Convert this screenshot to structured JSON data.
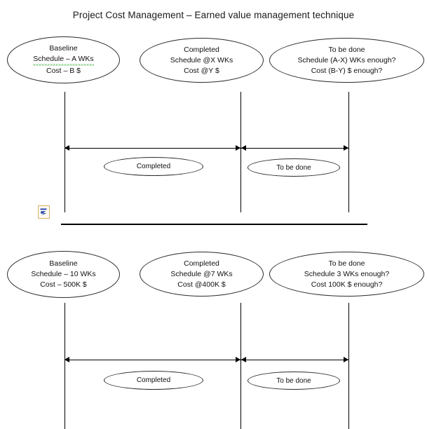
{
  "title": "Project Cost Management – Earned value management technique",
  "colors": {
    "shape_stroke": "#2b2b2b",
    "line": "#000000",
    "text": "#111111",
    "spellcheck_underline": "#19a319",
    "placeholder_border": "#d8b06a",
    "placeholder_glyph": "#1f3fa8"
  },
  "sections": [
    {
      "id": "generic",
      "ellipses": [
        {
          "name": "baseline",
          "lines": [
            "Baseline",
            "Schedule – A WKs",
            "Cost – B $"
          ],
          "spellcheck_line_index": 1
        },
        {
          "name": "completed",
          "lines": [
            "Completed",
            "Schedule @X WKs",
            "Cost @Y $"
          ]
        },
        {
          "name": "to-be-done",
          "lines": [
            "To be done",
            "Schedule (A-X) WKs enough?",
            "Cost (B-Y) $ enough?"
          ]
        }
      ],
      "span_labels": [
        {
          "name": "completed-span",
          "label": "Completed"
        },
        {
          "name": "to-be-done-span",
          "label": "To be done"
        }
      ]
    },
    {
      "id": "example",
      "ellipses": [
        {
          "name": "baseline",
          "lines": [
            "Baseline",
            "Schedule – 10 WKs",
            "Cost – 500K $"
          ]
        },
        {
          "name": "completed",
          "lines": [
            "Completed",
            "Schedule @7 WKs",
            "Cost @400K $"
          ]
        },
        {
          "name": "to-be-done",
          "lines": [
            "To be done",
            "Schedule 3 WKs enough?",
            "Cost 100K $ enough?"
          ]
        }
      ],
      "span_labels": [
        {
          "name": "completed-span",
          "label": "Completed"
        },
        {
          "name": "to-be-done-span",
          "label": "To be done"
        }
      ]
    }
  ],
  "icons": {
    "broken_image_placeholder": "broken-image-icon"
  }
}
